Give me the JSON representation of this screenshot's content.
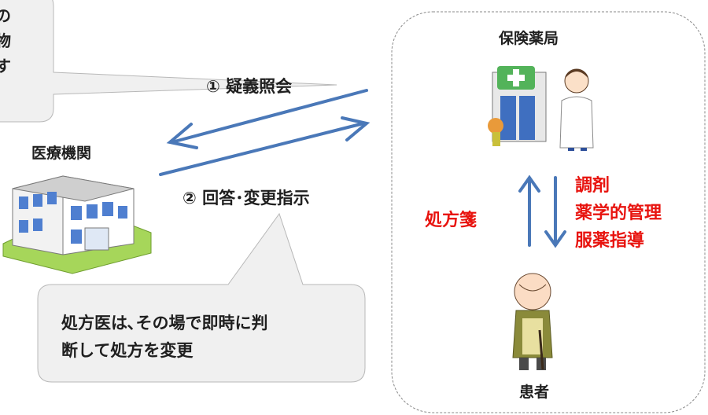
{
  "top_callout": {
    "lines": [
      "の",
      "物",
      "す"
    ]
  },
  "inquiry_label": "① 疑義照会",
  "response_label": "② 回答･変更指示",
  "medical_institution_label": "医療機関",
  "pharmacy_label": "保険薬局",
  "patient_label": "患者",
  "prescription_label": "処方箋",
  "pharmacy_services": [
    "調剤",
    "薬学的管理",
    "服薬指導"
  ],
  "bottom_callout": {
    "lines": [
      "処方医は､その場で即時に判",
      "断して処方を変更"
    ]
  },
  "colors": {
    "arrow": "#4a78b8",
    "service_text": "#e8140f",
    "callout_fill": "#f0f0f0",
    "callout_border": "#b8b8b8",
    "pharmacy_box_border": "#8a8a8a"
  }
}
